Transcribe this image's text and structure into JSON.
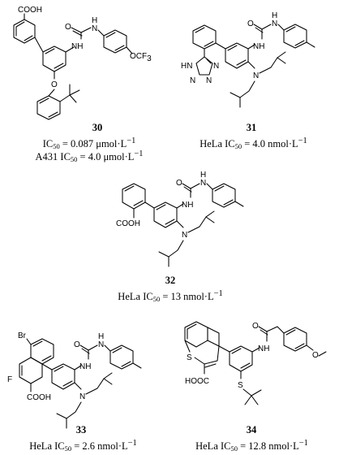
{
  "compounds": [
    {
      "id": "30",
      "label": "30",
      "lines": [
        {
          "prefix": "",
          "ic": "IC",
          "sub": "50",
          "value": " = 0.087 μmol·L",
          "sup": "−1"
        },
        {
          "prefix": "A431 ",
          "ic": "IC",
          "sub": "50",
          "value": " = 4.0  μmol·L",
          "sup": "−1"
        }
      ],
      "atoms": {
        "cooh": "COOH",
        "h": "H",
        "n1": "N",
        "o1": "O",
        "nh": "NH",
        "ocf3": "OCF",
        "ocf3_sub": "3",
        "o2": "O"
      }
    },
    {
      "id": "31",
      "label": "31",
      "lines": [
        {
          "prefix": "HeLa ",
          "ic": "IC",
          "sub": "50",
          "value": " = 4.0 nmol·L",
          "sup": "−1"
        }
      ],
      "atoms": {
        "h": "H",
        "n1": "N",
        "o1": "O",
        "nh": "NH",
        "hn": "HN",
        "n_t1": "N",
        "n_t2": "N",
        "n_t3": "N",
        "n_amine": "N"
      }
    },
    {
      "id": "32",
      "label": "32",
      "lines": [
        {
          "prefix": "HeLa ",
          "ic": "IC",
          "sub": "50",
          "value": " = 13 nmol·L",
          "sup": "−1"
        }
      ],
      "atoms": {
        "h": "H",
        "n1": "N",
        "o1": "O",
        "nh": "NH",
        "cooh": "COOH",
        "n_amine": "N"
      }
    },
    {
      "id": "33",
      "label": "33",
      "lines": [
        {
          "prefix": "HeLa ",
          "ic": "IC",
          "sub": "50",
          "value": " = 2.6 nmol·L",
          "sup": "−1"
        }
      ],
      "atoms": {
        "br": "Br",
        "f": "F",
        "cooh": "COOH",
        "h": "H",
        "n1": "N",
        "o1": "O",
        "nh": "NH",
        "n_amine": "N"
      }
    },
    {
      "id": "34",
      "label": "34",
      "lines": [
        {
          "prefix": "HeLa ",
          "ic": "IC",
          "sub": "50",
          "value": " = 12.8 nmol·L",
          "sup": "−1"
        }
      ],
      "atoms": {
        "s1": "S",
        "hooc": "HOOC",
        "o1": "O",
        "nh": "NH",
        "o2": "O",
        "s2": "S"
      }
    }
  ]
}
